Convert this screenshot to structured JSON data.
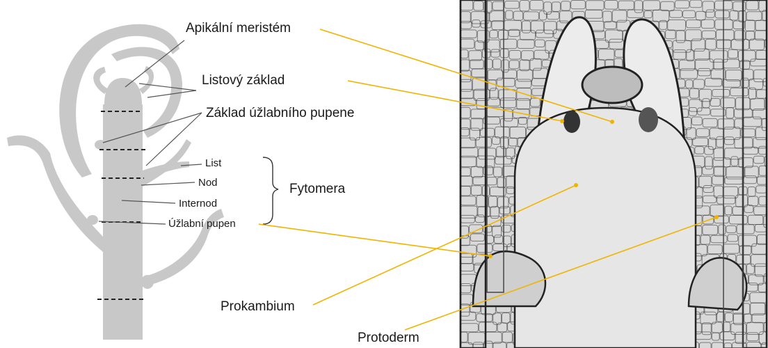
{
  "labels": {
    "apical_meristem": "Apikální meristém",
    "leaf_primordium": "Listový základ",
    "axillary_bud_base": "Základ úžlabního pupene",
    "leaf": "List",
    "node": "Nod",
    "internode": "Internod",
    "axillary_bud": "Úžlabní pupen",
    "phytomer": "Fytomera",
    "procambium": "Prokambium",
    "protoderm": "Protoderm"
  },
  "colors": {
    "plant_fill": "#c8c8c8",
    "leader_line_left": "#555555",
    "leader_line_right": "#f0b400",
    "micrograph_bg": "#d9d9d9",
    "cell_wall": "#2b2b2b"
  }
}
